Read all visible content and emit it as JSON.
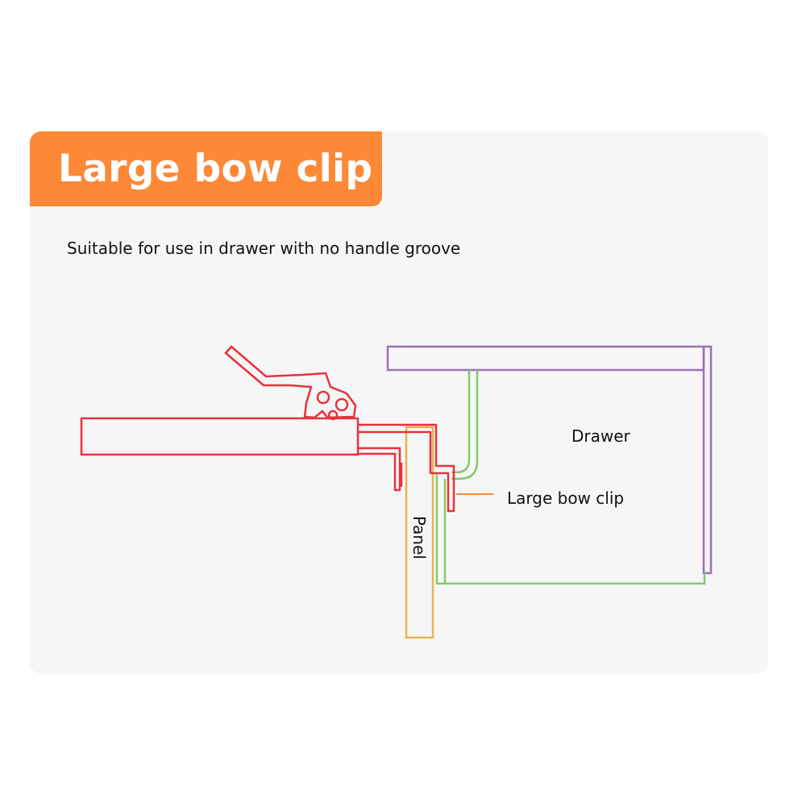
{
  "banner": {
    "title": "Large bow clip"
  },
  "subtitle": "Suitable for use in drawer with no handle groove",
  "diagram": {
    "labels": {
      "drawer": "Drawer",
      "clip": "Large bow clip",
      "panel": "Panel"
    }
  },
  "colors": {
    "banner": "#fd8836",
    "clip": "#e8323c",
    "drawer": "#9a70b8",
    "inner": "#86c86a",
    "panel": "#e5b352",
    "leader": "#f08a3c"
  }
}
